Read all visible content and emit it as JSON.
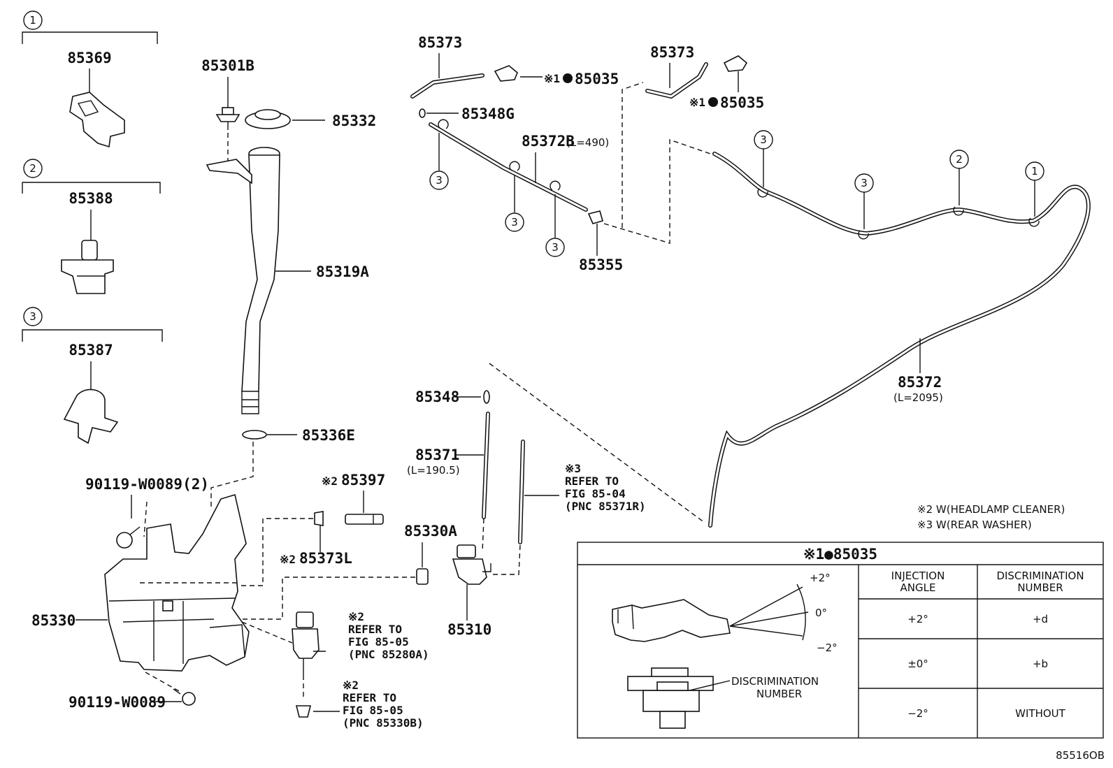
{
  "groups": [
    {
      "num": "1",
      "part": "85369"
    },
    {
      "num": "2",
      "part": "85388"
    },
    {
      "num": "3",
      "part": "85387"
    }
  ],
  "parts": {
    "p85301B": "85301B",
    "p85332": "85332",
    "p85319A": "85319A",
    "p85336E": "85336E",
    "p90119a": "90119-W0089(2)",
    "p90119b": "90119-W0089",
    "p85330": "85330",
    "p85397": "85397",
    "p85373L": "85373L",
    "p85330A": "85330A",
    "p85310": "85310",
    "p85348": "85348",
    "p85371": "85371",
    "p85371_len": "(L=190.5)",
    "p85373a": "85373",
    "p85373b": "85373",
    "p85035a": "85035",
    "p85035b": "85035",
    "p85348G": "85348G",
    "p85372B": "85372B",
    "p85372B_len": "(L=490)",
    "p85355": "85355",
    "p85372": "85372",
    "p85372_len": "(L=2095)",
    "circle3": "3",
    "circle2": "2",
    "circle1": "1",
    "mark1": "※1",
    "mark2": "※2",
    "mark3": "※3"
  },
  "refs": {
    "r1": {
      "mark": "※3",
      "l1": "REFER TO",
      "l2": "FIG 85-04",
      "l3": "(PNC 85371R)"
    },
    "r2": {
      "mark": "※2",
      "l1": "REFER TO",
      "l2": "FIG 85-05",
      "l3": "(PNC 85280A)"
    },
    "r3": {
      "mark": "※2",
      "l1": "REFER TO",
      "l2": "FIG 85-05",
      "l3": "(PNC 85330B)"
    }
  },
  "notes": {
    "n2": "※2 W(HEADLAMP CLEANER)",
    "n3": "※3 W(REAR WASHER)"
  },
  "table": {
    "title": "※1●85035",
    "col1": [
      "INJECTION",
      "ANGLE"
    ],
    "col2": [
      "DISCRIMINATION",
      "NUMBER"
    ],
    "rows": [
      {
        "angle": "+2°",
        "num": "+d"
      },
      {
        "angle": "±0°",
        "num": "+b"
      },
      {
        "angle": "−2°",
        "num": "WITHOUT"
      }
    ],
    "angle_plus": "+2°",
    "angle_zero": "0°",
    "angle_minus": "−2°",
    "disc_label": [
      "DISCRIMINATION",
      "NUMBER"
    ]
  },
  "figure_id": "85516OB"
}
